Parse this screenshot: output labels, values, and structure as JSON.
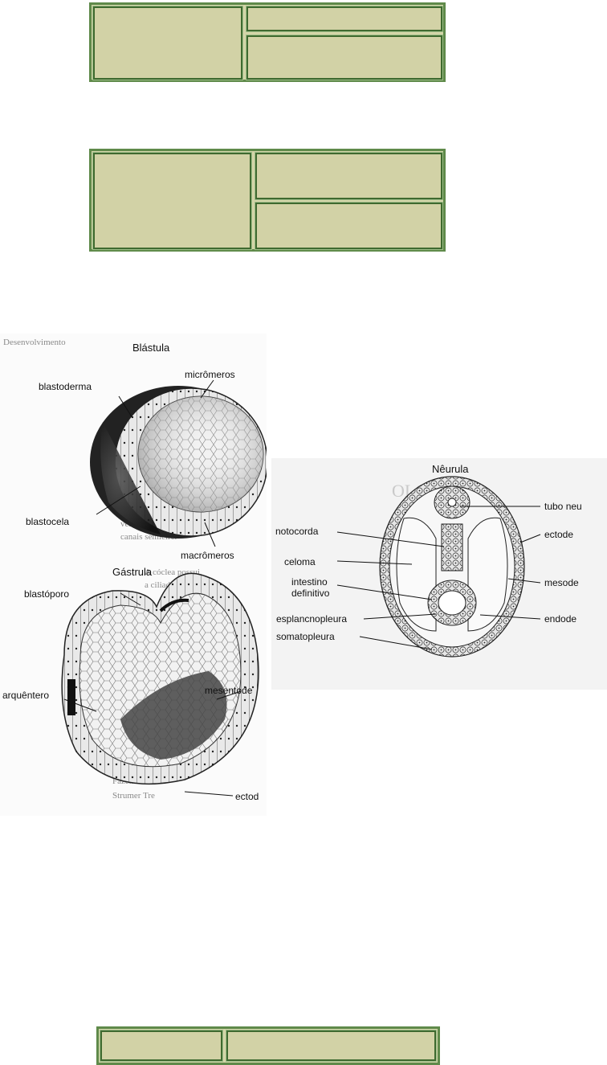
{
  "figures": {
    "blastula": {
      "title": "Blástula",
      "labels": [
        "blastoderma",
        "micrômeros",
        "blastocela",
        "macrômeros"
      ]
    },
    "gastrula": {
      "title": "Gástrula",
      "labels": [
        "blastóporo",
        "arquêntero",
        "mesentode",
        "ectod"
      ]
    },
    "neurula": {
      "title": "Nêurula",
      "labels": [
        "notocorda",
        "celoma",
        "intestino",
        "definitivo",
        "esplancnopleura",
        "somatopleura",
        "tubo neu",
        "ectode",
        "mesode",
        "endode"
      ]
    }
  },
  "colors": {
    "table_fill": "#d3d4a8",
    "table_border": "#3f6a30"
  }
}
